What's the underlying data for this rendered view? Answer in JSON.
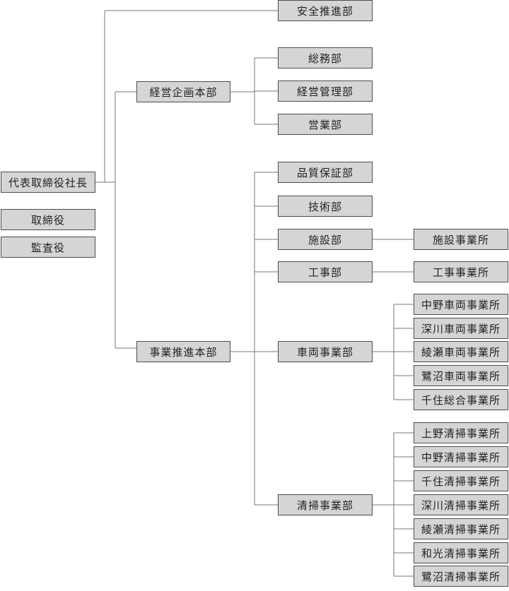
{
  "top": {
    "president": "代表取締役社長",
    "directors": "取締役",
    "auditor": "監査役",
    "safety": "安全推進部"
  },
  "planning": {
    "head": "経営企画本部",
    "units": [
      "総務部",
      "経営管理部",
      "営業部"
    ]
  },
  "business": {
    "head": "事業推進本部",
    "quality": "品質保証部",
    "technical": "技術部",
    "facilities": {
      "name": "施設部",
      "office": "施設事業所"
    },
    "construction": {
      "name": "工事部",
      "office": "工事事業所"
    },
    "vehicles": {
      "name": "車両事業部",
      "offices": [
        "中野車両事業所",
        "深川車両事業所",
        "綾瀬車両事業所",
        "鷺沼車両事業所",
        "千住総合事業所"
      ]
    },
    "cleaning": {
      "name": "清掃事業部",
      "offices": [
        "上野清掃事業所",
        "中野清掃事業所",
        "千住清掃事業所",
        "深川清掃事業所",
        "綾瀬清掃事業所",
        "和光清掃事業所",
        "鷺沼清掃事業所"
      ]
    }
  }
}
